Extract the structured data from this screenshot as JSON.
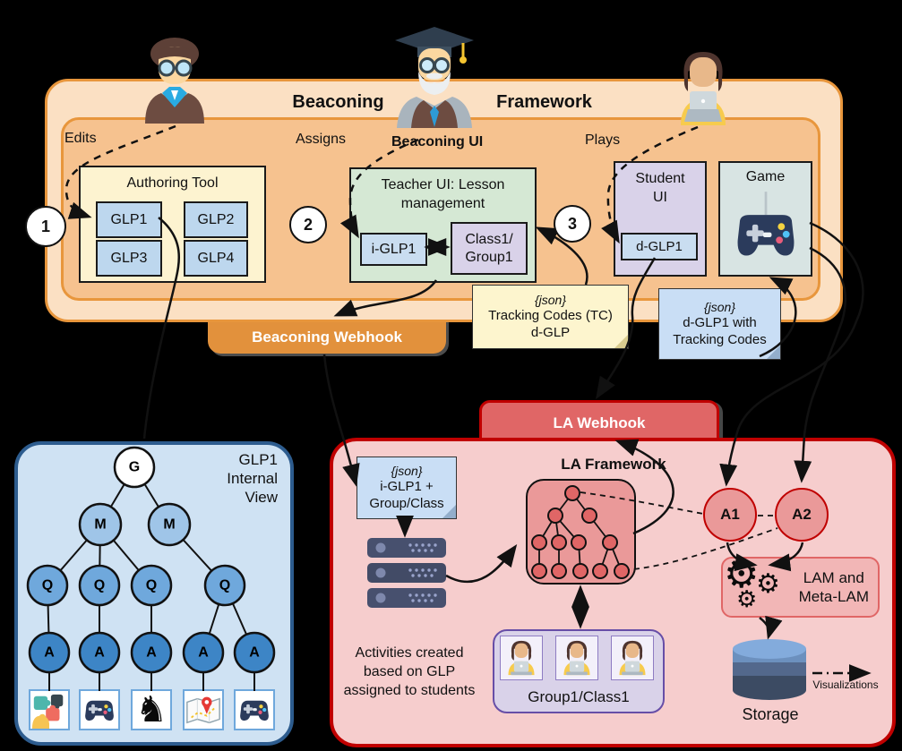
{
  "header": {
    "title_left": "Beaconing",
    "title_right": "Framework"
  },
  "beaconing": {
    "ui_label": "Beaconing UI",
    "edits": "Edits",
    "assigns": "Assigns",
    "plays": "Plays",
    "step1": "1",
    "step2": "2",
    "step3": "3",
    "webhook": "Beaconing Webhook",
    "authoring": {
      "title": "Authoring Tool",
      "glp1": "GLP1",
      "glp2": "GLP2",
      "glp3": "GLP3",
      "glp4": "GLP4"
    },
    "teacher": {
      "title_line1": "Teacher UI: Lesson",
      "title_line2": "management",
      "iglp": "i-GLP1",
      "class_line1": "Class1/",
      "class_line2": "Group1"
    },
    "student": {
      "title_line1": "Student",
      "title_line2": "UI",
      "dglp": "d-GLP1"
    },
    "game": {
      "title": "Game"
    }
  },
  "notes": {
    "tracking": {
      "tag": "{json}",
      "line1": "Tracking Codes (TC)",
      "line2": "d-GLP"
    },
    "dglp": {
      "tag": "{json}",
      "line1": "d-GLP1 with",
      "line2": "Tracking Codes"
    },
    "iglp": {
      "tag": "{json}",
      "line1": "i-GLP1 +",
      "line2": "Group/Class"
    }
  },
  "glp_internal": {
    "title_line1": "GLP1",
    "title_line2": "Internal",
    "title_line3": "View",
    "g": "G",
    "m": "M",
    "q": "Q",
    "a": "A"
  },
  "la": {
    "webhook": "LA Webhook",
    "framework_label": "LA Framework",
    "activities_line1": "Activities created",
    "activities_line2": "based on GLP",
    "activities_line3": "assigned to students",
    "group_label": "Group1/Class1",
    "a1": "A1",
    "a2": "A2",
    "lam_line1": "LAM and",
    "lam_line2": "Meta-LAM",
    "storage": "Storage",
    "visualizations": "Visualizations"
  },
  "colors": {
    "orange_border": "#E8963C",
    "orange_outer": "#FBE0C3",
    "orange_inner": "#F6C28F",
    "webhook_orange": "#E2913C",
    "red_border": "#C00000",
    "pink_bg": "#F6CDCD",
    "red_banner": "#E06666",
    "tree_box_red": "#EA9999",
    "tree_node_red": "#E06666",
    "blue_border": "#2D5C8E",
    "blue_bg": "#CFE2F3",
    "node_m": "#9FC5E8",
    "node_q": "#6FA8DC",
    "node_a": "#3D85C6",
    "yellow_note": "#FDF5CE",
    "blue_note": "#C9DEF5",
    "green_box": "#D5E8D4",
    "purple_box": "#D9D2E9",
    "purple_border": "#674EA7",
    "game_box": "#D8E4E3",
    "authoring_box": "#FDF3D0",
    "glp_chip": "#BDD7EE"
  }
}
